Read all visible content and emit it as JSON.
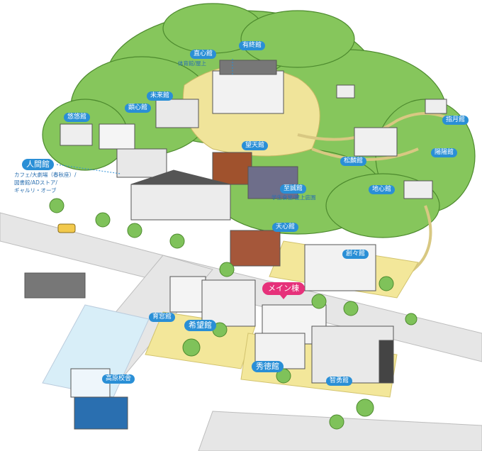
{
  "labels": {
    "yushin": "有終館",
    "chokushin": "直心館",
    "chokushin_sub": "体育館/屋上",
    "mirai": "未来館",
    "kenshin": "顕心館",
    "yuyu": "悠悠館",
    "boten": "望天館",
    "shigetsu": "指月館",
    "ningen": "人間館",
    "ningen_sub": [
      "カフェ/大劇場（春秋座）/",
      "図書館/ADストア/",
      "ギャルリ・オーブ"
    ],
    "shosei": "至誠館",
    "shosei_sub": "学生食堂/屋上庭園",
    "shorin": "松麟館",
    "yoyo": "陽陽館",
    "chishin": "地心館",
    "tenshin": "天心館",
    "soso": "創々館",
    "main": "メイン棟",
    "iku": "育窓館",
    "kibou": "希望館",
    "shutoku": "秀徳館",
    "chiyu": "智勇館",
    "kogen": "高原校舎"
  },
  "colors": {
    "label_bg": "#2a8fd6",
    "main_label_bg": "#e6317a",
    "tree": "#7fc25a",
    "tree_dark": "#5aa23a",
    "lawn": "#efe08a",
    "road": "#e4e4e4",
    "sidewalk": "#f4f0dc"
  }
}
